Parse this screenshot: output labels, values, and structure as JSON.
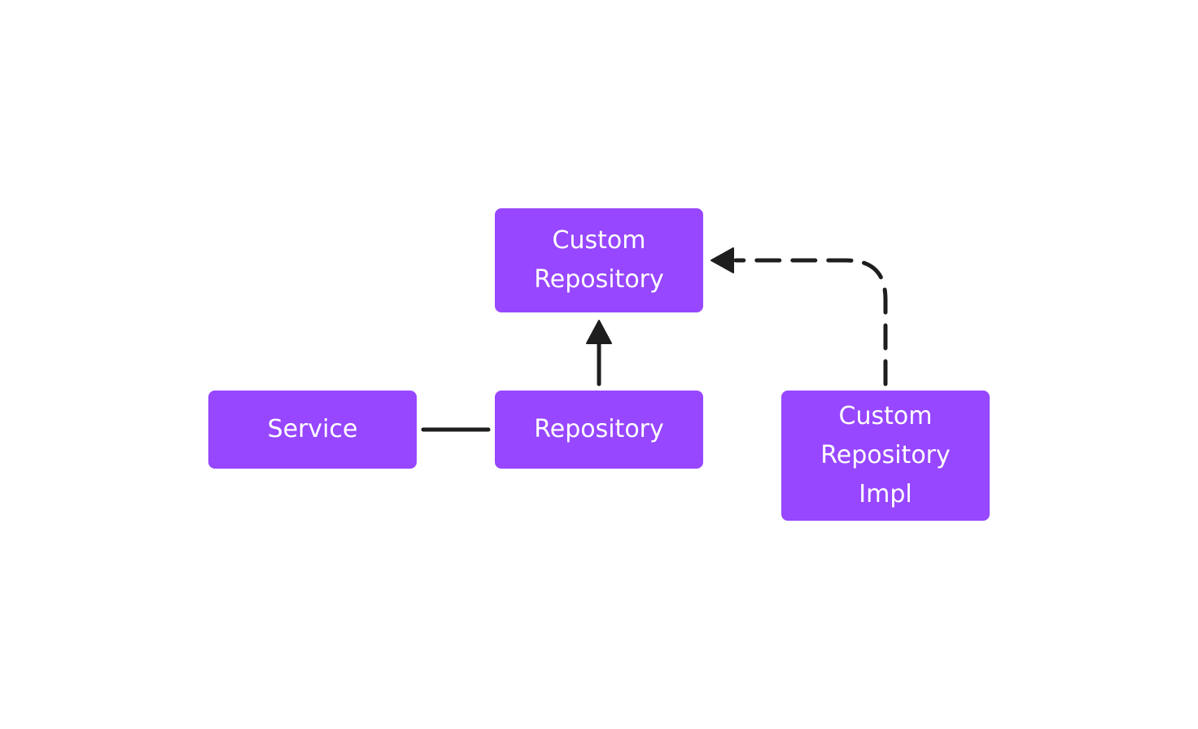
{
  "colors": {
    "node_fill": "#9747FF",
    "node_text": "#FFFFFF",
    "edge": "#1E1E1E",
    "background": "#FFFFFF"
  },
  "nodes": {
    "custom_repository": {
      "lines": [
        "Custom",
        "Repository"
      ]
    },
    "service": {
      "lines": [
        "Service"
      ]
    },
    "repository": {
      "lines": [
        "Repository"
      ]
    },
    "custom_repository_impl": {
      "lines": [
        "Custom",
        "Repository",
        "Impl"
      ]
    }
  },
  "edges": [
    {
      "from": "service",
      "to": "repository",
      "style": "solid",
      "arrow": "none"
    },
    {
      "from": "repository",
      "to": "custom_repository",
      "style": "solid",
      "arrow": "filled"
    },
    {
      "from": "custom_repository_impl",
      "to": "custom_repository",
      "style": "dashed",
      "arrow": "filled"
    }
  ]
}
